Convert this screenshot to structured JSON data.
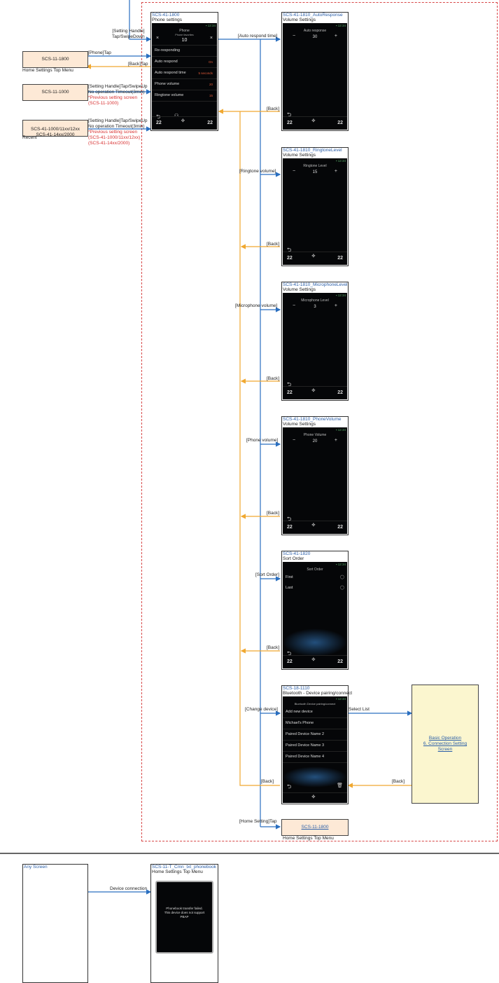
{
  "left_boxes": [
    {
      "id": "SCS-11-1800",
      "caption": "Home Settings Top Menu"
    },
    {
      "id": "SCS-11-1000",
      "caption": ""
    },
    {
      "id": "SCS-41-1000/11xx/12xx\nSCS-41-14xx/2000",
      "caption": "Recent"
    }
  ],
  "left_labels": {
    "setting_handle_swipedown": "[Setting Handle]\nTap/SwipeDown",
    "phone_tap": "[Phone]Tap",
    "back_tap": "[Back]Tap",
    "handle_swipeup_1": "[Setting Handle]Tap/SwipeUp",
    "timeout_1": "No operation Timeout(3min)",
    "prev_1": "*Previous setting screen",
    "prev_1_id": "(SCS-11-1000)",
    "handle_swipeup_2": "[Setting Handle]Tap/SwipeUp",
    "timeout_2": "No operation Timeout(3min)",
    "prev_2": "*Previous setting screen",
    "prev_2_id1": "(SCS-41-1000/11xx/12xx)",
    "prev_2_id2": "(SCS-41-14xx/2000)"
  },
  "main_screen": {
    "id": "SCS-41-1800",
    "title": "Phone settings",
    "header": "Phone",
    "top_label": "Phone favorites",
    "top_value": "10",
    "rows": [
      {
        "label": "Re-responding",
        "value": ""
      },
      {
        "label": "Auto respond",
        "value": "On"
      },
      {
        "label": "Auto respond time",
        "value": "5 seconds"
      },
      {
        "label": "Phone volume",
        "value": "20"
      },
      {
        "label": "Ringtone volume",
        "value": "15"
      }
    ],
    "temp_left": "22",
    "temp_right": "22"
  },
  "volume_screens": [
    {
      "id": "SCS-41-1810_AutoResponse",
      "title": "Volume Settings",
      "header": "Auto response",
      "value": "30",
      "trigger": "[Auto respond time]",
      "back": "[Back]"
    },
    {
      "id": "SCS-41-1810_RingtoneLevel",
      "title": "Volume Settings",
      "header": "Ringtone Level",
      "value": "15",
      "trigger": "[Ringtone volume]",
      "back": "[Back]"
    },
    {
      "id": "SCS-41-1810_MicrophoneLevel",
      "title": "Volume Settings",
      "header": "Microphone Level",
      "value": "3",
      "trigger": "[Microphone volume]",
      "back": "[Back]"
    },
    {
      "id": "SCS-41-1810_PhoneVolume",
      "title": "Volume Settings",
      "header": "Phone Volume",
      "value": "20",
      "trigger": "[Phone volume]",
      "back": "[Back]"
    }
  ],
  "sort_screen": {
    "id": "SCS-41-1820",
    "title": "Sort Order",
    "header": "Sort Order",
    "options": [
      "First",
      "Last"
    ],
    "trigger": "[Sort Order]",
    "back": "[Back]"
  },
  "bt_screen": {
    "id": "SCS-18-1110",
    "title": "Bluetooth - Device pairing/connect",
    "header": "Bluetooth Device pairing/connect",
    "rows": [
      "Add new device",
      "Michael's Phone",
      "Paired Device Name 2",
      "Paired Device Name 3",
      "Paired Device Name 4"
    ],
    "trigger": "[Change device]",
    "back": "[Back]",
    "select_list": "Select List",
    "back_from_basic": "[Back]"
  },
  "basic_box": {
    "line1": "Basic Operation",
    "line2": "6. Connection Setting",
    "line3": "Screen"
  },
  "home_box": {
    "trigger": "[Home Setting]Tap",
    "id": "SCS-11-1800",
    "caption": "Home Settings Top Menu"
  },
  "bottom": {
    "any_screen": "Any Screen",
    "device_connection": "Device connection",
    "target_id": "SCS-11-T_Cmn_txt_phonebook",
    "target_title": "Home Settings Top Menu",
    "popup_text": "Phonebook transfer failed.\nThis device does not support\nPBAP"
  },
  "colors": {
    "blue_arrow": "#2a6fc0",
    "orange_arrow": "#f0a830",
    "dash_red": "#d84848",
    "peach": "#fde9d6",
    "yellow": "#fbf6cf"
  }
}
